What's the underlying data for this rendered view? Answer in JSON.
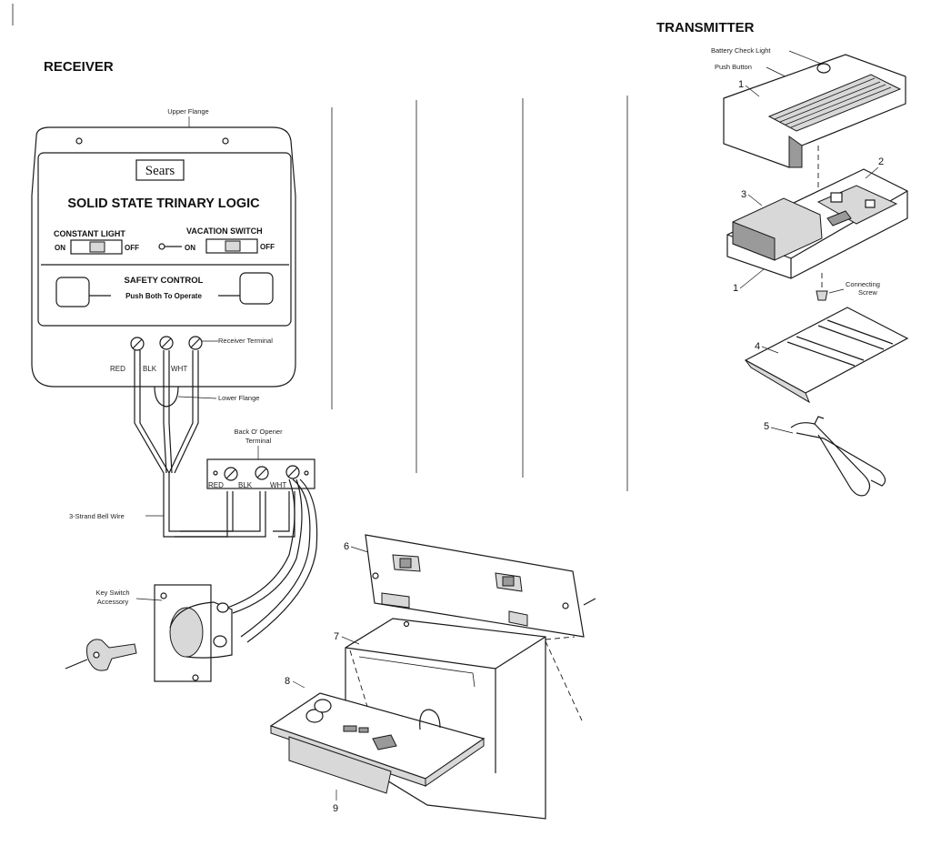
{
  "headings": {
    "receiver": "RECEIVER",
    "transmitter": "TRANSMITTER"
  },
  "receiver_panel": {
    "brand": "Sears",
    "title": "SOLID STATE TRINARY LOGIC",
    "constant_light": "CONSTANT LIGHT",
    "vacation_switch": "VACATION SWITCH",
    "on": "ON",
    "off": "OFF",
    "safety_control": "SAFETY CONTROL",
    "push_both": "Push Both To Operate"
  },
  "labels": {
    "upper_flange": "Upper Flange",
    "receiver_terminal": "Receiver Terminal",
    "lower_flange": "Lower Flange",
    "red": "RED",
    "blk": "BLK",
    "wht": "WHT",
    "back_of_opener_line1": "Back O' Opener",
    "back_of_opener_line2": "Terminal",
    "bell_wire": "3-Strand Bell Wire",
    "key_switch_line1": "Key Switch",
    "key_switch_line2": "Accessory",
    "battery_check": "Battery Check Light",
    "push_button": "Push Button",
    "connecting_line1": "Connecting",
    "connecting_line2": "Screw"
  },
  "part_numbers": {
    "tx_cover": "1",
    "tx_board": "2",
    "tx_battery": "3",
    "tx_case": "1",
    "clip": "4",
    "visor_clip": "5",
    "rx_faceplate": "6",
    "rx_housing": "7",
    "rx_board": "8",
    "rx_bracket": "9"
  }
}
